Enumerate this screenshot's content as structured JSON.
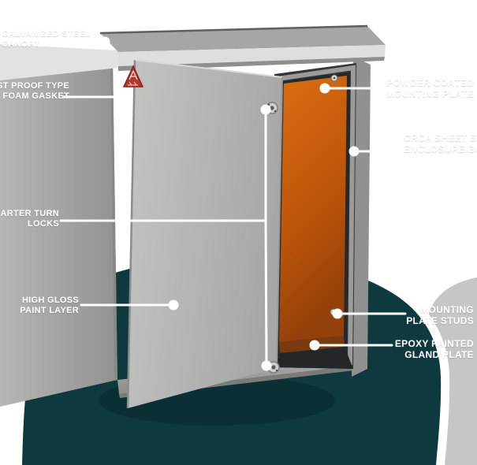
{
  "labels": {
    "canopy": {
      "line1": "GALVANIZED STEEL",
      "line2": "CANOPY"
    },
    "gasket": {
      "line1": "DUST PROOF TYPE",
      "line2": "PU FOAM GASKET"
    },
    "locks": {
      "line1": "QUARTER TURN",
      "line2": "LOCKS"
    },
    "paint": {
      "line1": "HIGH GLOSS",
      "line2": "PAINT LAYER"
    },
    "mounting_plate": {
      "line1": "POWDER COATED",
      "line2": "MOUNTING PLATE"
    },
    "body": {
      "line1": "CRCA SHEET STEEL",
      "line2": "ENCLOSURE BODY"
    },
    "plate_studs": {
      "line1": "MOUNTING",
      "line2": "PLATE STUDS"
    },
    "gland_plate": {
      "line1": "EPOXY PAINTED",
      "line2": "GLAND PLATE"
    }
  },
  "colors": {
    "backdrop_teal": "#0e393e",
    "corner_gray": "#c6c6c4",
    "enclosure_gray": "#aeafac",
    "mounting_plate_orange": "#c05a0d",
    "label_text": "#ffffff",
    "logo_red": "#b7352c",
    "leader_white": "#ffffff"
  },
  "icons": {
    "brand_logo": "red-triangle-logo",
    "leader_marker": "white-dot",
    "locks": "round-metal-lock"
  }
}
